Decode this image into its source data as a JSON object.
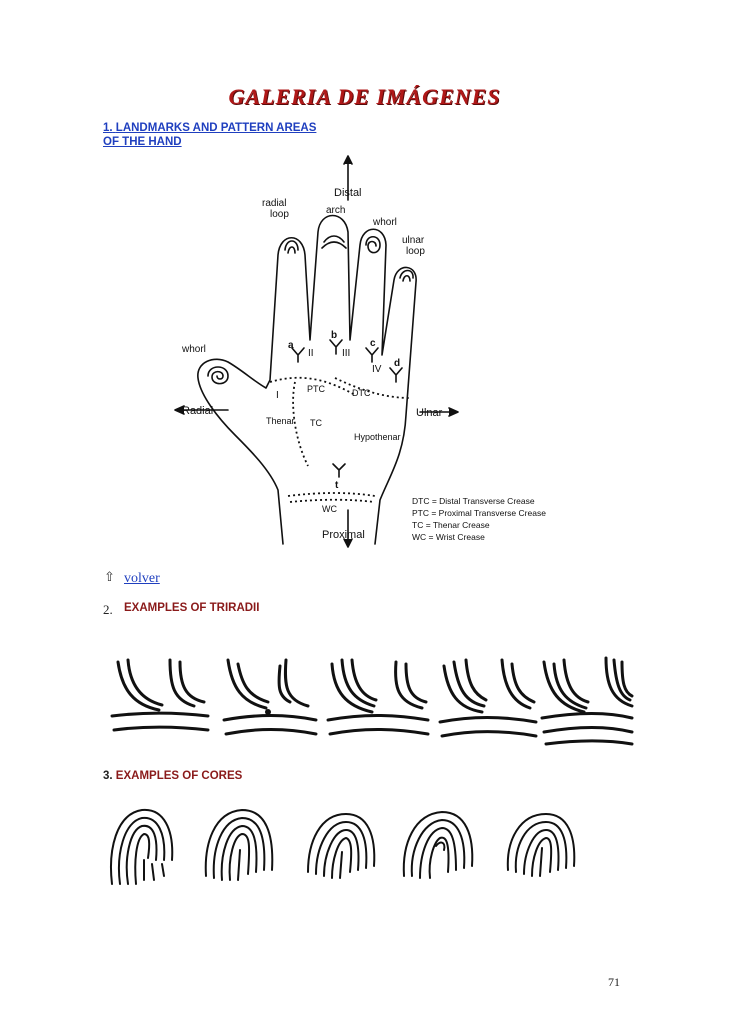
{
  "page_title": "GALERIA DE IMÁGENES",
  "section1": {
    "number": "1.",
    "title_line1": "LANDMARKS AND PATTERN AREAS",
    "title_line2": "OF THE HAND"
  },
  "hand_figure": {
    "distal": "Distal",
    "proximal": "Proximal",
    "radial": "Radial",
    "ulnar": "Ulnar",
    "radial_loop_1": "radial",
    "radial_loop_2": "loop",
    "arch": "arch",
    "whorl_finger": "whorl",
    "ulnar_loop_1": "ulnar",
    "ulnar_loop_2": "loop",
    "whorl_thumb": "whorl",
    "tri_a": "a",
    "tri_b": "b",
    "tri_c": "c",
    "tri_d": "d",
    "tri_t": "t",
    "roman_1": "I",
    "roman_2": "II",
    "roman_3": "III",
    "roman_4": "IV",
    "ptc": "PTC",
    "dtc": "DTC",
    "tc": "TC",
    "wc": "WC",
    "thenar": "Thenar",
    "hypothenar": "Hypothenar",
    "legend": [
      "DTC = Distal Transverse Crease",
      "PTC = Proximal Transverse Crease",
      "TC = Thenar Crease",
      "WC = Wrist Crease"
    ]
  },
  "volver_icon": "up-arrow-icon",
  "volver": "volver",
  "section2": {
    "number": "2.",
    "title": "EXAMPLES OF TRIRADII"
  },
  "section3": {
    "number": "3.",
    "title": "EXAMPLES OF CORES"
  },
  "page_number": "71"
}
